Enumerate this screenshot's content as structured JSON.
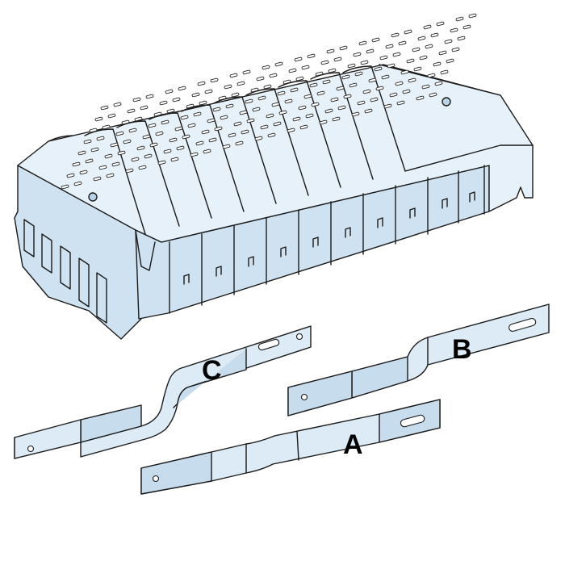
{
  "labels": {
    "a": "A",
    "b": "B",
    "c": "C"
  },
  "colors": {
    "outline": "#1a1a1a",
    "plastic_light": "#e6f1f9",
    "plastic_mid": "#cfe2f1",
    "plastic_dark": "#b9d3e7",
    "label_text": "#000000"
  }
}
